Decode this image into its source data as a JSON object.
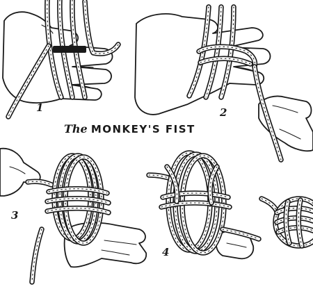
{
  "title": {
    "prefix": "The",
    "main": "MONKEY'S FIST"
  },
  "steps": [
    {
      "label": "1"
    },
    {
      "label": "2"
    },
    {
      "label": "3"
    },
    {
      "label": "4"
    }
  ]
}
